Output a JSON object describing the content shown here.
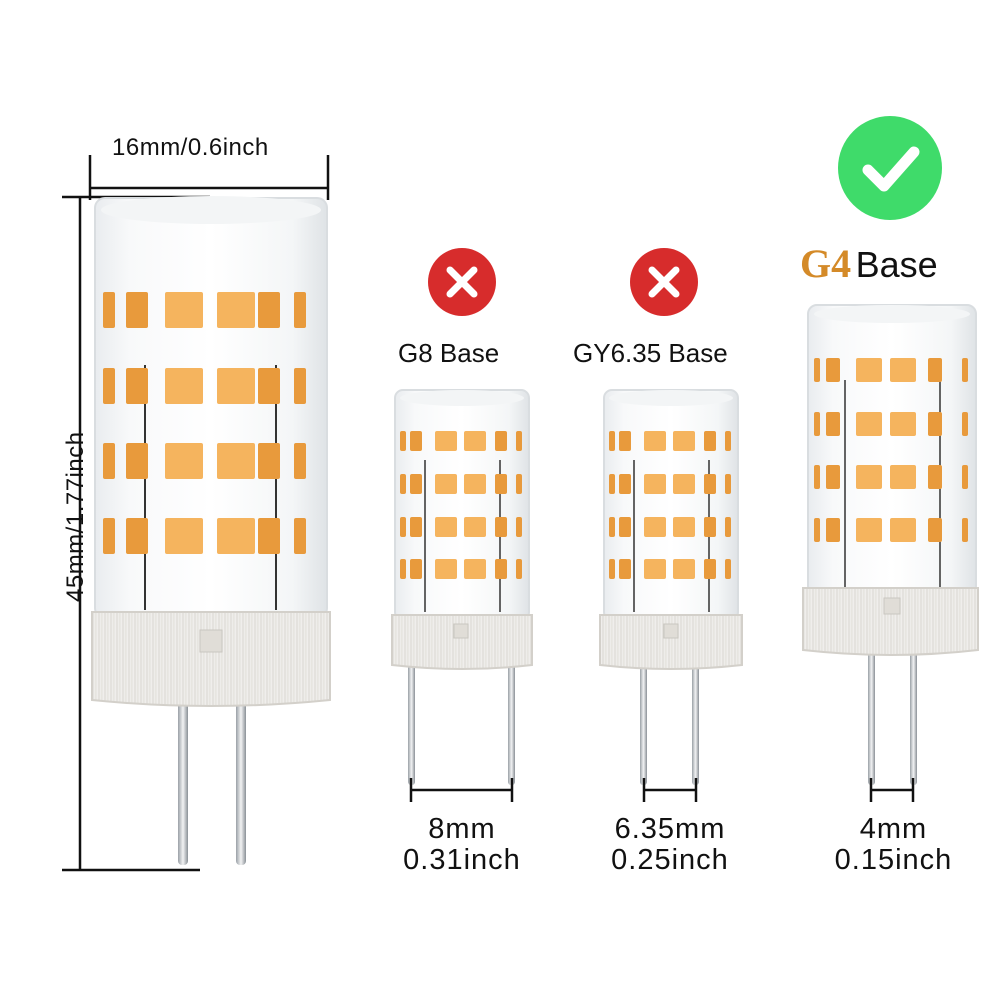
{
  "dimensions": {
    "width_label": "16mm/0.6inch",
    "height_label": "45mm/1.77inch"
  },
  "bulbs": [
    {
      "base_label": "G8 Base",
      "status_icon": "x-mark-icon",
      "pin_mm": "8mm",
      "pin_inch": "0.31inch"
    },
    {
      "base_label": "GY6.35 Base",
      "status_icon": "x-mark-icon",
      "pin_mm": "6.35mm",
      "pin_inch": "0.25inch"
    },
    {
      "base_prefix": "G4",
      "base_suffix": "Base",
      "status_icon": "checkmark-icon",
      "pin_mm": "4mm",
      "pin_inch": "0.15inch"
    }
  ],
  "colors": {
    "led": "#f5b45e",
    "led_dark": "#e89a3c",
    "reject": "#d72c2c",
    "accept": "#3fdb6a",
    "g4_text": "#d48a28"
  }
}
